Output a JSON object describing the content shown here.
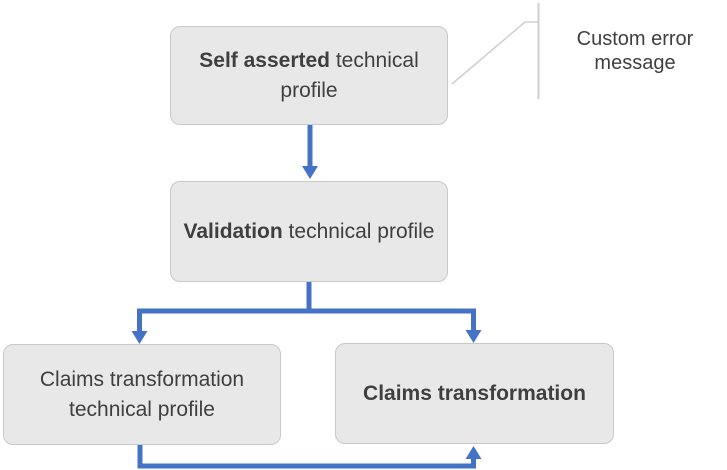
{
  "colors": {
    "accent": "#4472C4",
    "box-fill": "#E9E8E8",
    "box-border": "#C8C8C8",
    "text": "#3F3F3F",
    "leader": "#D0CECE"
  },
  "nodes": [
    {
      "id": "self-asserted",
      "bold": "Self asserted",
      "regular": " technical profile"
    },
    {
      "id": "validation",
      "bold": "Validation",
      "regular": " technical profile"
    },
    {
      "id": "claims-transformation-tp",
      "bold": "",
      "regular": "Claims transformation technical profile"
    },
    {
      "id": "claims-transformation",
      "bold": "Claims transformation",
      "regular": ""
    }
  ],
  "callout": {
    "text": "Custom error message"
  }
}
